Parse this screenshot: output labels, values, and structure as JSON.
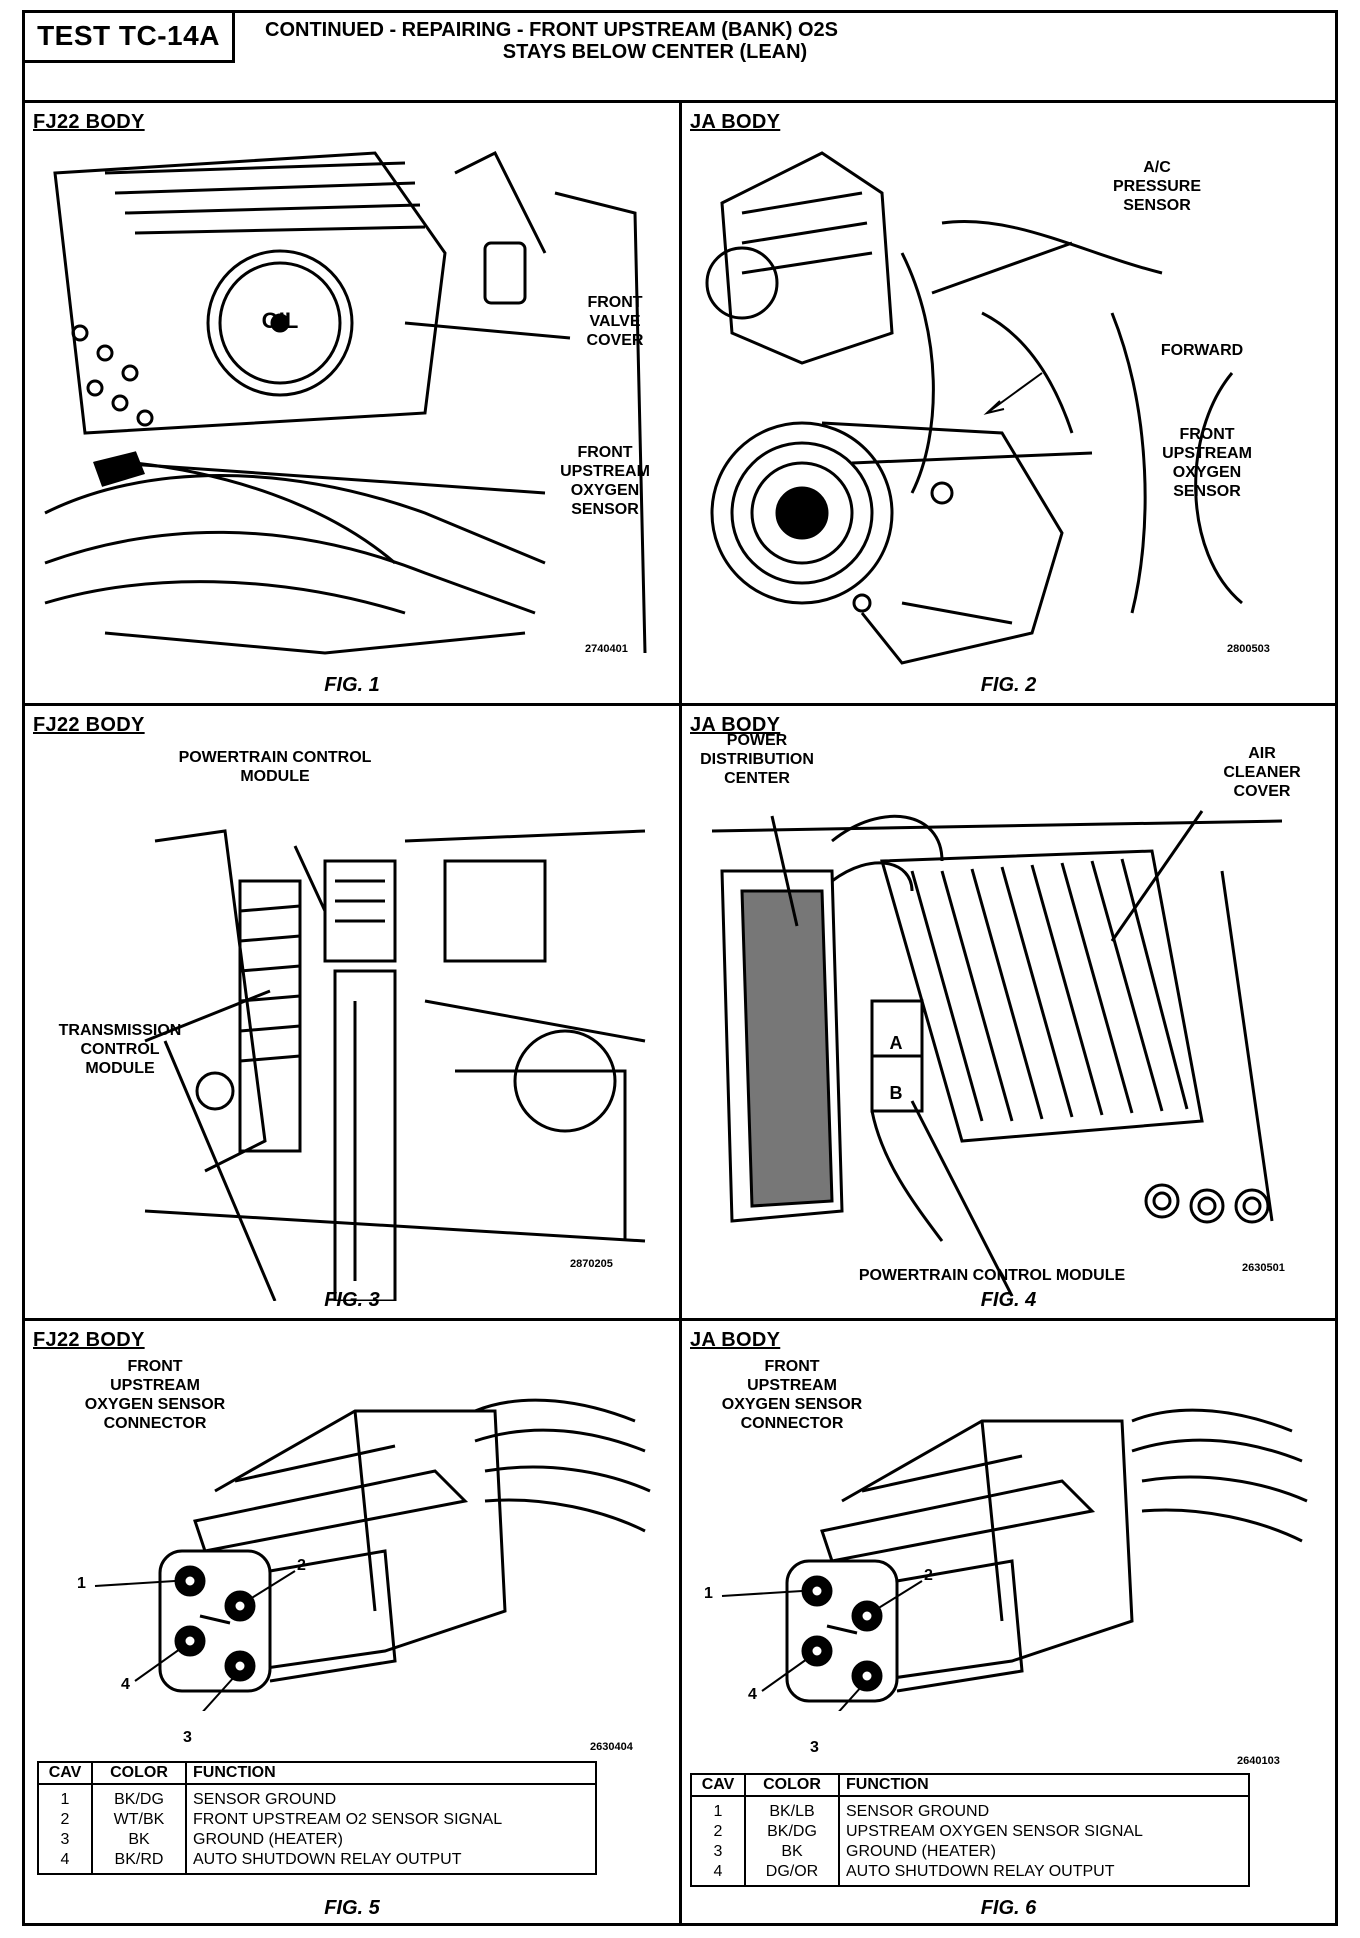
{
  "header": {
    "test_id": "TEST TC-14A",
    "title_line1": "CONTINUED -  REPAIRING - FRONT UPSTREAM (BANK) O2S",
    "title_line2": "STAYS BELOW CENTER (LEAN)"
  },
  "fig1": {
    "body": "FJ22 BODY",
    "caption": "FIG. 1",
    "number": "2740401",
    "callout_valve": "FRONT\nVALVE\nCOVER",
    "callout_sensor": "FRONT\nUPSTREAM\nOXYGEN\nSENSOR",
    "cap_text": "OIL"
  },
  "fig2": {
    "body": "JA BODY",
    "caption": "FIG. 2",
    "number": "2800503",
    "callout_ac": "A/C\nPRESSURE\nSENSOR",
    "callout_forward": "FORWARD",
    "callout_sensor": "FRONT\nUPSTREAM\nOXYGEN\nSENSOR"
  },
  "fig3": {
    "body": "FJ22 BODY",
    "caption": "FIG. 3",
    "number": "2870205",
    "callout_pcm": "POWERTRAIN CONTROL\nMODULE",
    "callout_tcm": "TRANSMISSION\nCONTROL\nMODULE"
  },
  "fig4": {
    "body": "JA BODY",
    "caption": "FIG. 4",
    "number": "2630501",
    "callout_pdc": "POWER\nDISTRIBUTION\nCENTER",
    "callout_air": "AIR\nCLEANER\nCOVER",
    "callout_pcm": "POWERTRAIN CONTROL MODULE",
    "label_a": "A",
    "label_b": "B"
  },
  "fig5": {
    "body": "FJ22 BODY",
    "caption": "FIG. 5",
    "number": "2630404",
    "callout_connector": "FRONT\nUPSTREAM\nOXYGEN SENSOR\nCONNECTOR",
    "pins": [
      "1",
      "2",
      "3",
      "4"
    ],
    "table": {
      "headers": [
        "CAV",
        "COLOR",
        "FUNCTION"
      ],
      "rows": [
        [
          "1",
          "BK/DG",
          "SENSOR GROUND"
        ],
        [
          "2",
          "WT/BK",
          "FRONT UPSTREAM O2 SENSOR SIGNAL"
        ],
        [
          "3",
          "BK",
          "GROUND (HEATER)"
        ],
        [
          "4",
          "BK/RD",
          "AUTO SHUTDOWN RELAY OUTPUT"
        ]
      ]
    }
  },
  "fig6": {
    "body": "JA BODY",
    "caption": "FIG. 6",
    "number": "2640103",
    "callout_connector": "FRONT\nUPSTREAM\nOXYGEN SENSOR\nCONNECTOR",
    "pins": [
      "1",
      "2",
      "3",
      "4"
    ],
    "table": {
      "headers": [
        "CAV",
        "COLOR",
        "FUNCTION"
      ],
      "rows": [
        [
          "1",
          "BK/LB",
          "SENSOR GROUND"
        ],
        [
          "2",
          "BK/DG",
          "UPSTREAM OXYGEN SENSOR SIGNAL"
        ],
        [
          "3",
          "BK",
          "GROUND (HEATER)"
        ],
        [
          "4",
          "DG/OR",
          "AUTO SHUTDOWN RELAY OUTPUT"
        ]
      ]
    }
  }
}
